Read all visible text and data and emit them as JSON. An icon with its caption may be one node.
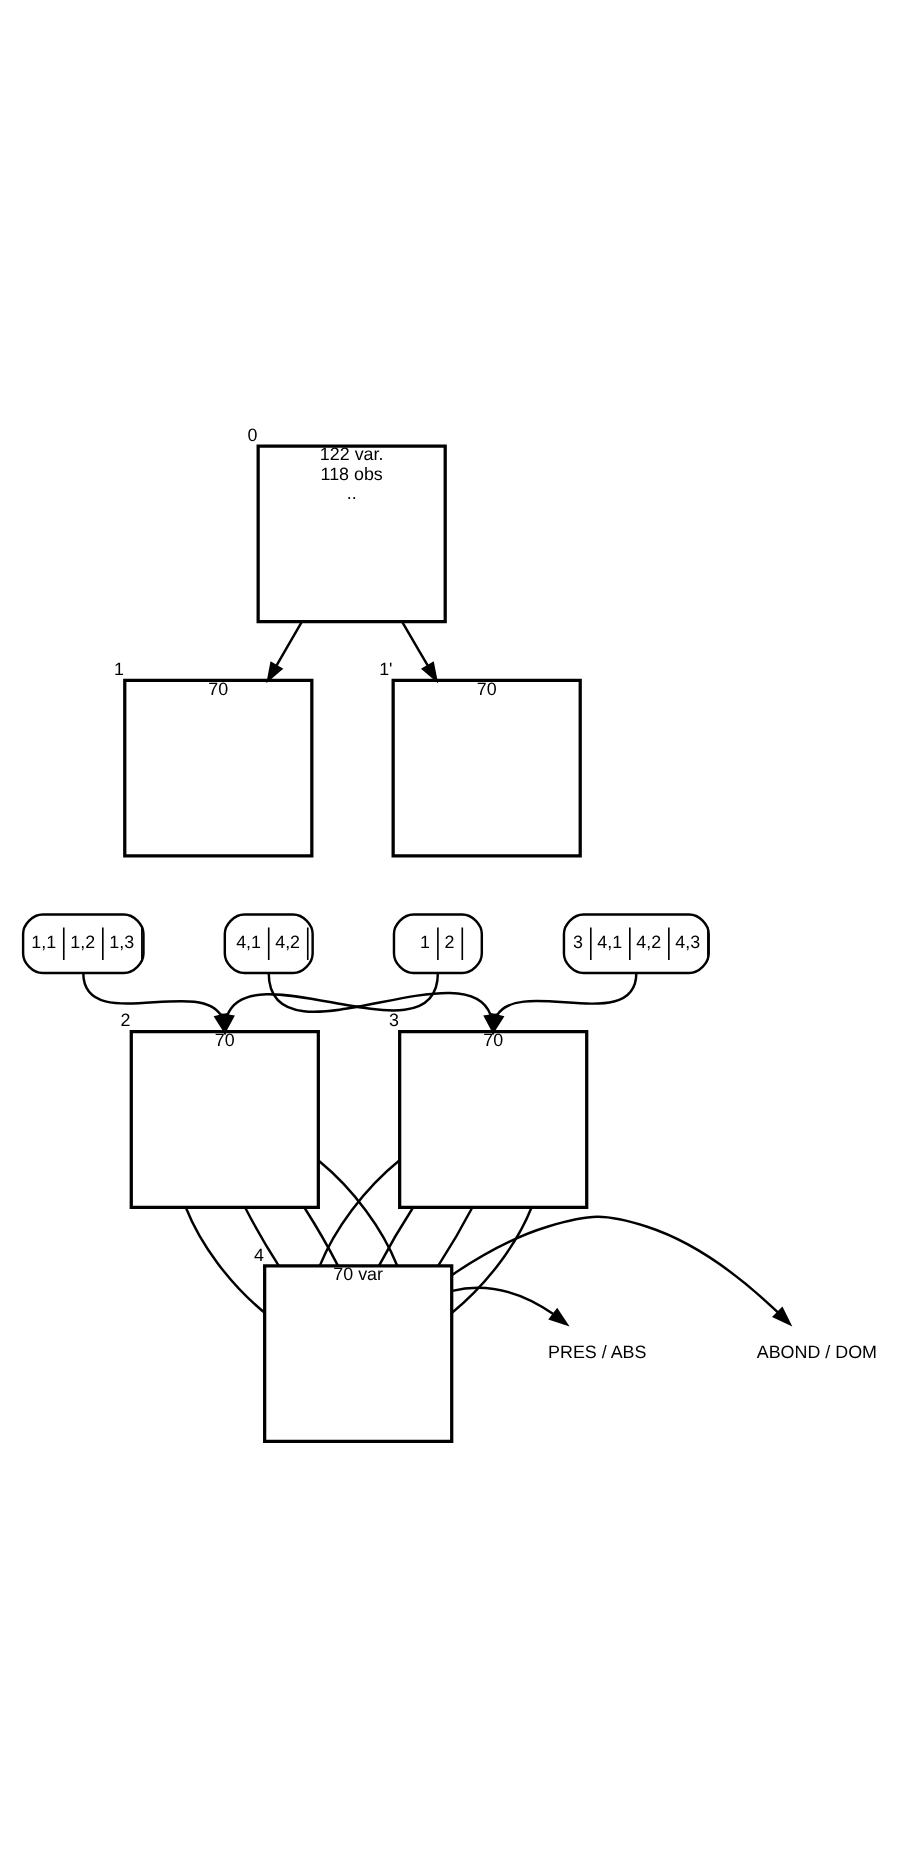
{
  "diagram": {
    "nodes": [
      {
        "text": [
          "122 var.",
          "118 obs",
          ".."
        ],
        "beside": [
          "0"
        ]
      },
      {
        "text": [
          "70"
        ],
        "beside": [
          "1"
        ]
      },
      {
        "text": [
          "70"
        ],
        "beside": [
          "1'"
        ]
      },
      {
        "text": [
          "1,1",
          "1,2",
          "1,3"
        ]
      },
      {
        "text": [
          "4,1",
          "4,2"
        ]
      },
      {
        "text": [
          "1",
          "2"
        ]
      },
      {
        "text": [
          "3",
          "4,1",
          "4,2",
          "4,3"
        ]
      },
      {
        "text": [
          "70"
        ],
        "beside": [
          "2"
        ]
      },
      {
        "text": [
          "70"
        ],
        "beside": [
          "3"
        ]
      },
      {
        "text": [
          "70 var"
        ],
        "beside": [
          "4"
        ]
      },
      {
        "text": [
          "PRES / ABS"
        ]
      },
      {
        "text": [
          "ABOND / DOM"
        ]
      }
    ],
    "edges": [
      {
        "from": 0,
        "to": 1,
        "arrow": "to"
      },
      {
        "from": 0,
        "to": 2,
        "arrow": "to"
      },
      {
        "from": 3,
        "to": 7,
        "arrow": "to"
      },
      {
        "from": 4,
        "to": 8,
        "arrow": "to"
      },
      {
        "from": 5,
        "to": 7,
        "arrow": "to"
      },
      {
        "from": 6,
        "to": 8,
        "arrow": "to"
      },
      {
        "from": 7,
        "to": 9,
        "arrow": "none"
      },
      {
        "from": 7,
        "to": 9,
        "arrow": "none"
      },
      {
        "from": 7,
        "to": 9,
        "arrow": "none"
      },
      {
        "from": 7,
        "to": 9,
        "arrow": "none"
      },
      {
        "from": 8,
        "to": 9,
        "arrow": "none"
      },
      {
        "from": 8,
        "to": 9,
        "arrow": "none"
      },
      {
        "from": 8,
        "to": 9,
        "arrow": "none"
      },
      {
        "from": 8,
        "to": 9,
        "arrow": "none"
      },
      {
        "from": 9,
        "to": 10,
        "arrow": "to"
      },
      {
        "from": 9,
        "to": 11,
        "arrow": "to"
      }
    ]
  }
}
